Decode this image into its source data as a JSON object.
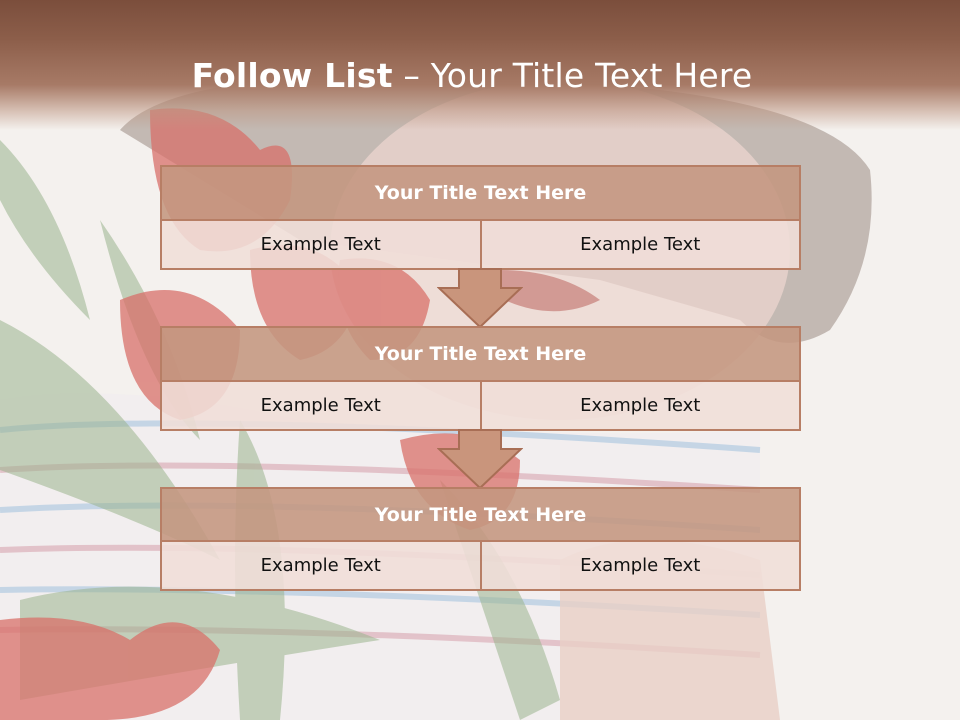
{
  "slide": {
    "title_bold": "Follow List",
    "title_rest": " – Your Title Text Here",
    "steps": [
      {
        "title": "Your Title Text Here",
        "left": "Example Text",
        "right": "Example Text"
      },
      {
        "title": "Your Title Text Here",
        "left": "Example Text",
        "right": "Example Text"
      },
      {
        "title": "Your Title Text Here",
        "left": "Example Text",
        "right": "Example Text"
      }
    ]
  },
  "colors": {
    "header_brown": "#7b4e3c",
    "box_header": "#c49680",
    "box_cell": "#f0ded8",
    "box_border": "#b77e65"
  }
}
